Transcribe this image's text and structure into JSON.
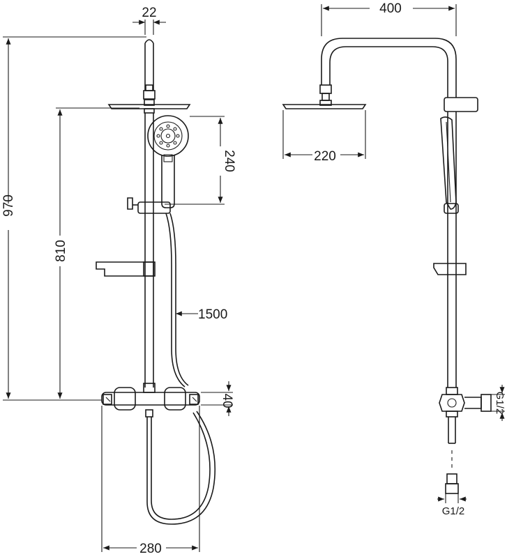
{
  "dimensions": {
    "pipe_diameter": "22",
    "total_height": "970",
    "slide_height": "810",
    "hand_shower_drop": "240",
    "hose_length": "1500",
    "mixer_height": "40",
    "mixer_width": "280",
    "arm_reach": "400",
    "head_diameter": "220",
    "inlet_thread_side": "G1/2",
    "inlet_thread_bottom": "G1/2"
  }
}
